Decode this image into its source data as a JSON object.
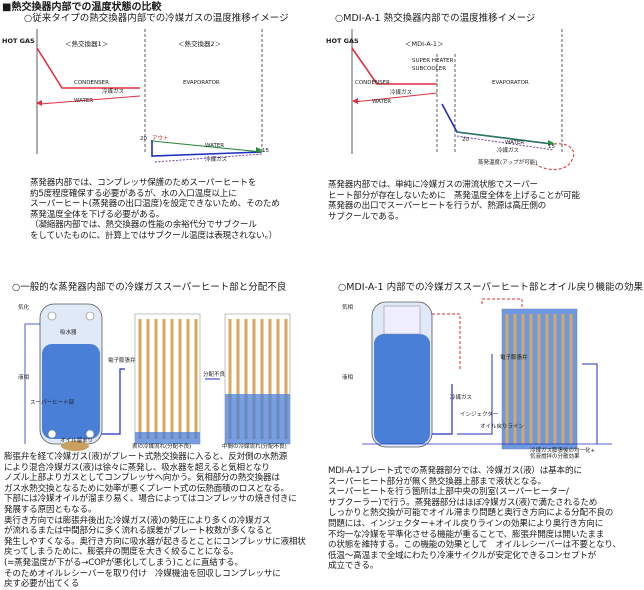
{
  "page": {
    "title": "■熱交換器内部での温度状態の比較"
  },
  "top_left": {
    "heading": "○従来タイプの熱交換器内部での冷媒ガスの温度推移イメージ",
    "hot_gas": "HOT GAS",
    "hx1": "＜熱交換器1＞",
    "hx2": "＜熱交換器2＞",
    "condenser": "CONDENSER",
    "evaporator": "EVAPORATOR",
    "refrigerant_1": "冷媒ガス",
    "water_1": "WATER",
    "out_label": "20",
    "out_note": "アウト",
    "water_2": "WATER",
    "refrigerant_2": "冷媒ガス",
    "in_label": "15",
    "body": "蒸発器内部では、コンプレッサ保護のためスーパーヒートを\n約5度程度確保する必要があるが、水の入口温度以上に\nスーパーヒート(蒸発器の出口温度)を設定できないため、そのため\n蒸発温度全体を下げる必要がある。\n（凝縮器内部では、熱交換器の性能の余裕代分でサブクール\nをしていたものに、計算上ではサブクール温度は表現されない。）"
  },
  "top_right": {
    "heading": "○MDI-A-1 熱交換器内部での温度推移イメージ",
    "hot_gas": "HOT GAS",
    "label": "＜MDI-A-1＞",
    "condenser": "CONDENSER",
    "super_heater": "SUPER HEATER",
    "subcooler": "SUBCOOLER",
    "evaporator": "EVAPORATOR",
    "refrigerant_1": "冷媒ガス",
    "water_1": "WATER",
    "in_label": "20",
    "water_2": "WATER",
    "refrigerant_2": "冷媒ガス",
    "evap_note": "蒸発温度(アップが可能)",
    "out_label": "15",
    "body": "蒸発器内部では、単純に冷媒ガスの滞流状態でスーパー\nヒート部分が存在しないために　蒸発温度全体を上げることが可能\n蒸発器の出口でスーパーヒートを行うが、熱源は高圧側の\nサブクールである。"
  },
  "bottom_left": {
    "heading": "○一般的な蒸発器内部での冷媒ガススーパーヒート部と分配不良",
    "lbl_liquid_top": "気化",
    "lbl_liquid": "液相",
    "lbl_oil": "オイル溜まり",
    "lbl_superheat_area": "スーパーヒート部",
    "lbl_expansion": "電子膨張弁",
    "lbl_cooler": "吸水器",
    "lbl_dist_bad": "分配不良",
    "lbl_bad_flow_1": "表の冷媒流れ(分配不良)",
    "lbl_bad_flow_2": "中間の冷媒流れ(分配不良)",
    "body": "膨張弁を経て冷媒ガス(液)がプレート式熱交換器に入ると、反対側の水熱源\nにより混合冷媒ガス(液)は徐々に蒸発し、吸水器を超えると気相となり\nノズル上部よりガスとしてコンプレッサへ向かう。気相部分の熱交換器は\nガス水熱交換となるために効率が悪くプレート式の伝熱面積のロスとなる。\n下部には冷媒オイルが溜まり易く、場合によってはコンプレッサの焼き付きに\n発展する原因ともなる。\n奥行き方向では膨張弁後出た冷媒ガス(液)の勢圧により多くの冷媒ガス\nが流れるまたは中間部分に多く流れる誤差がプレート枚数が多くなると\n発生しやすくなる。奥行き方向に吸水器が起きるとことにコンプレッサに液相状\n戻ってしまうために、膨張弁の開度を大きく絞ることになる。\n(=蒸発温度が下がる→COPが悪化してしまう)ことに直結する。\nそのためオイルレシーバーを取り付け　冷媒機油を回収しコンプレッサに\n戻す必要が出てくる"
  },
  "bottom_right": {
    "heading": "○MDI-A-1 内部での冷媒ガススーパーヒート部とオイル戻り機能の効果",
    "lbl_liquid_top": "気相",
    "lbl_liquid": "液相",
    "lbl_expansion": "電子膨張弁",
    "lbl_injector": "インジェクター",
    "lbl_oil_return": "オイル戻りライン",
    "lbl_refrig": "冷媒ガス",
    "lbl_note": "冷媒ガス膨張後の均一化+\n気液撹拌の分散効果",
    "body": "MDI-A-1プレート式での蒸発器部分では、冷媒ガス(液）は基本的に\nスーパーヒート部分が無く熱交換器上部まで液状となる。\nスーパーヒートを行う箇所は上部中央の別室(スーパーヒーター/\nサブクーラー)で行う。蒸発器部分はほぼ冷媒ガス(液)で満たされるため\nしっかりと熱交換が可能でオイル滞まり問題と奥行き方向による分配不良の\n問題には、インジェクター+オイル戻りラインの効果により奥行き方向に\n不均一な冷媒を平準化させる機能が重ることで、膨張弁開度は開いたまま\nの状態を維持する。この機能の効果として　オイルレシーバーは不要となり、\n低温〜高温まで全域にわたり冷凍サイクルが安定化できるコンセプトが\n成立できる。"
  },
  "colors": {
    "hot_gas_line": "#e03040",
    "water_line": "#2a8c3a",
    "refrigerant_line": "#2030c0",
    "subcool_dash": "#d83030",
    "plate_blue": "#4a7fd8",
    "plate_bg": "#dfe9f7",
    "coil_orange": "#d8a860"
  }
}
